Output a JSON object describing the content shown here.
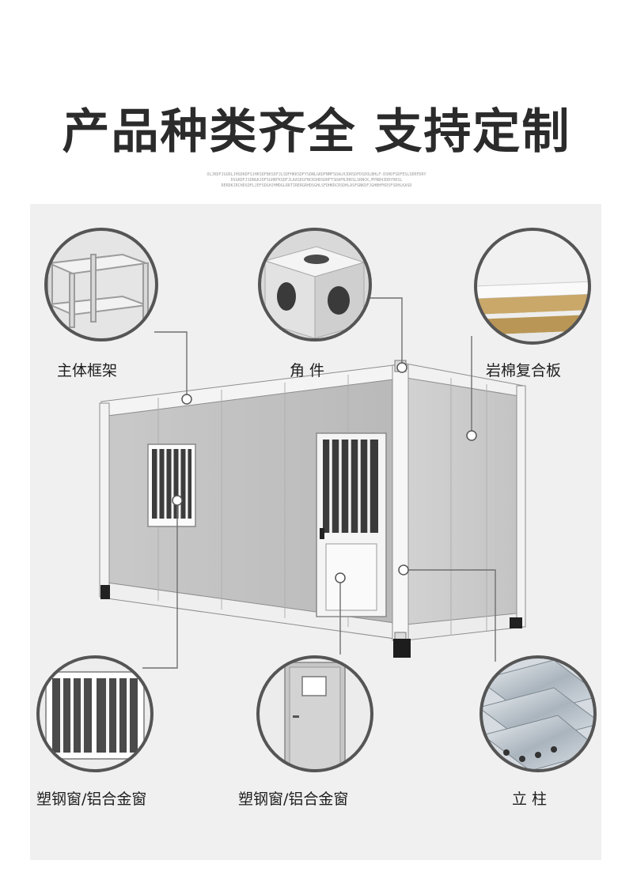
{
  "headline": "产品种类齐全 支持定制",
  "subtext_lines": [
    "OLJKDFJGUDLJHSDKDFSJHKSDFBKSDFJLSDFHKKSDFYSDNLGKDFNMFSDALHJDRSDFDSDOLBHLF-DSHDFSDFESLSERFDRY",
    "DSGKDFJSDNGKJDFSGHBFKSDFJLKASEGFNCRSHDSDHFTSDAFNJHDSLSRNCK,MYNB43DRYHDSL",
    "RERDKJRCHDSDFLJEFSDGHJHMDGLRRTIRERGRHDSGHLSFDHKRCRSDHLASFGNKDFJGHBHFKDSFSDHLKASD"
  ],
  "components": {
    "frame": "主体框架",
    "corner": "角  件",
    "panel": "岩棉复合板",
    "window": "塑钢窗/铝合金窗",
    "door": "塑钢窗/铝合金窗",
    "column": "立  柱"
  }
}
